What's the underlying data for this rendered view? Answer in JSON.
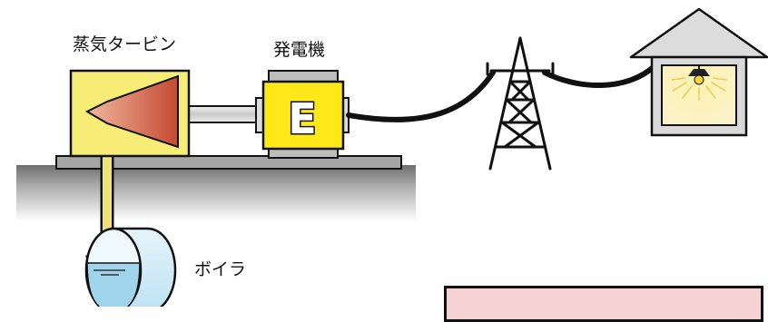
{
  "labels": {
    "turbine": "蒸気タービン",
    "generator": "発電機",
    "boiler": "ボイラ",
    "generator_letter": "E"
  },
  "icons": {
    "turbine": "turbine-icon",
    "generator": "generator-icon",
    "tower": "transmission-tower-icon",
    "house": "house-icon",
    "lamp": "light-bulb-icon",
    "boiler": "boiler-tank-icon"
  },
  "colors": {
    "turbine_housing": "#f7ec75",
    "generator_body": "#ffe819",
    "steam_pipe": "#f2e27a",
    "ground": "#8a8a8a",
    "house_room": "#fbf2c8",
    "water": "#9fd4ec",
    "pink_box": "#f5d3d3"
  }
}
